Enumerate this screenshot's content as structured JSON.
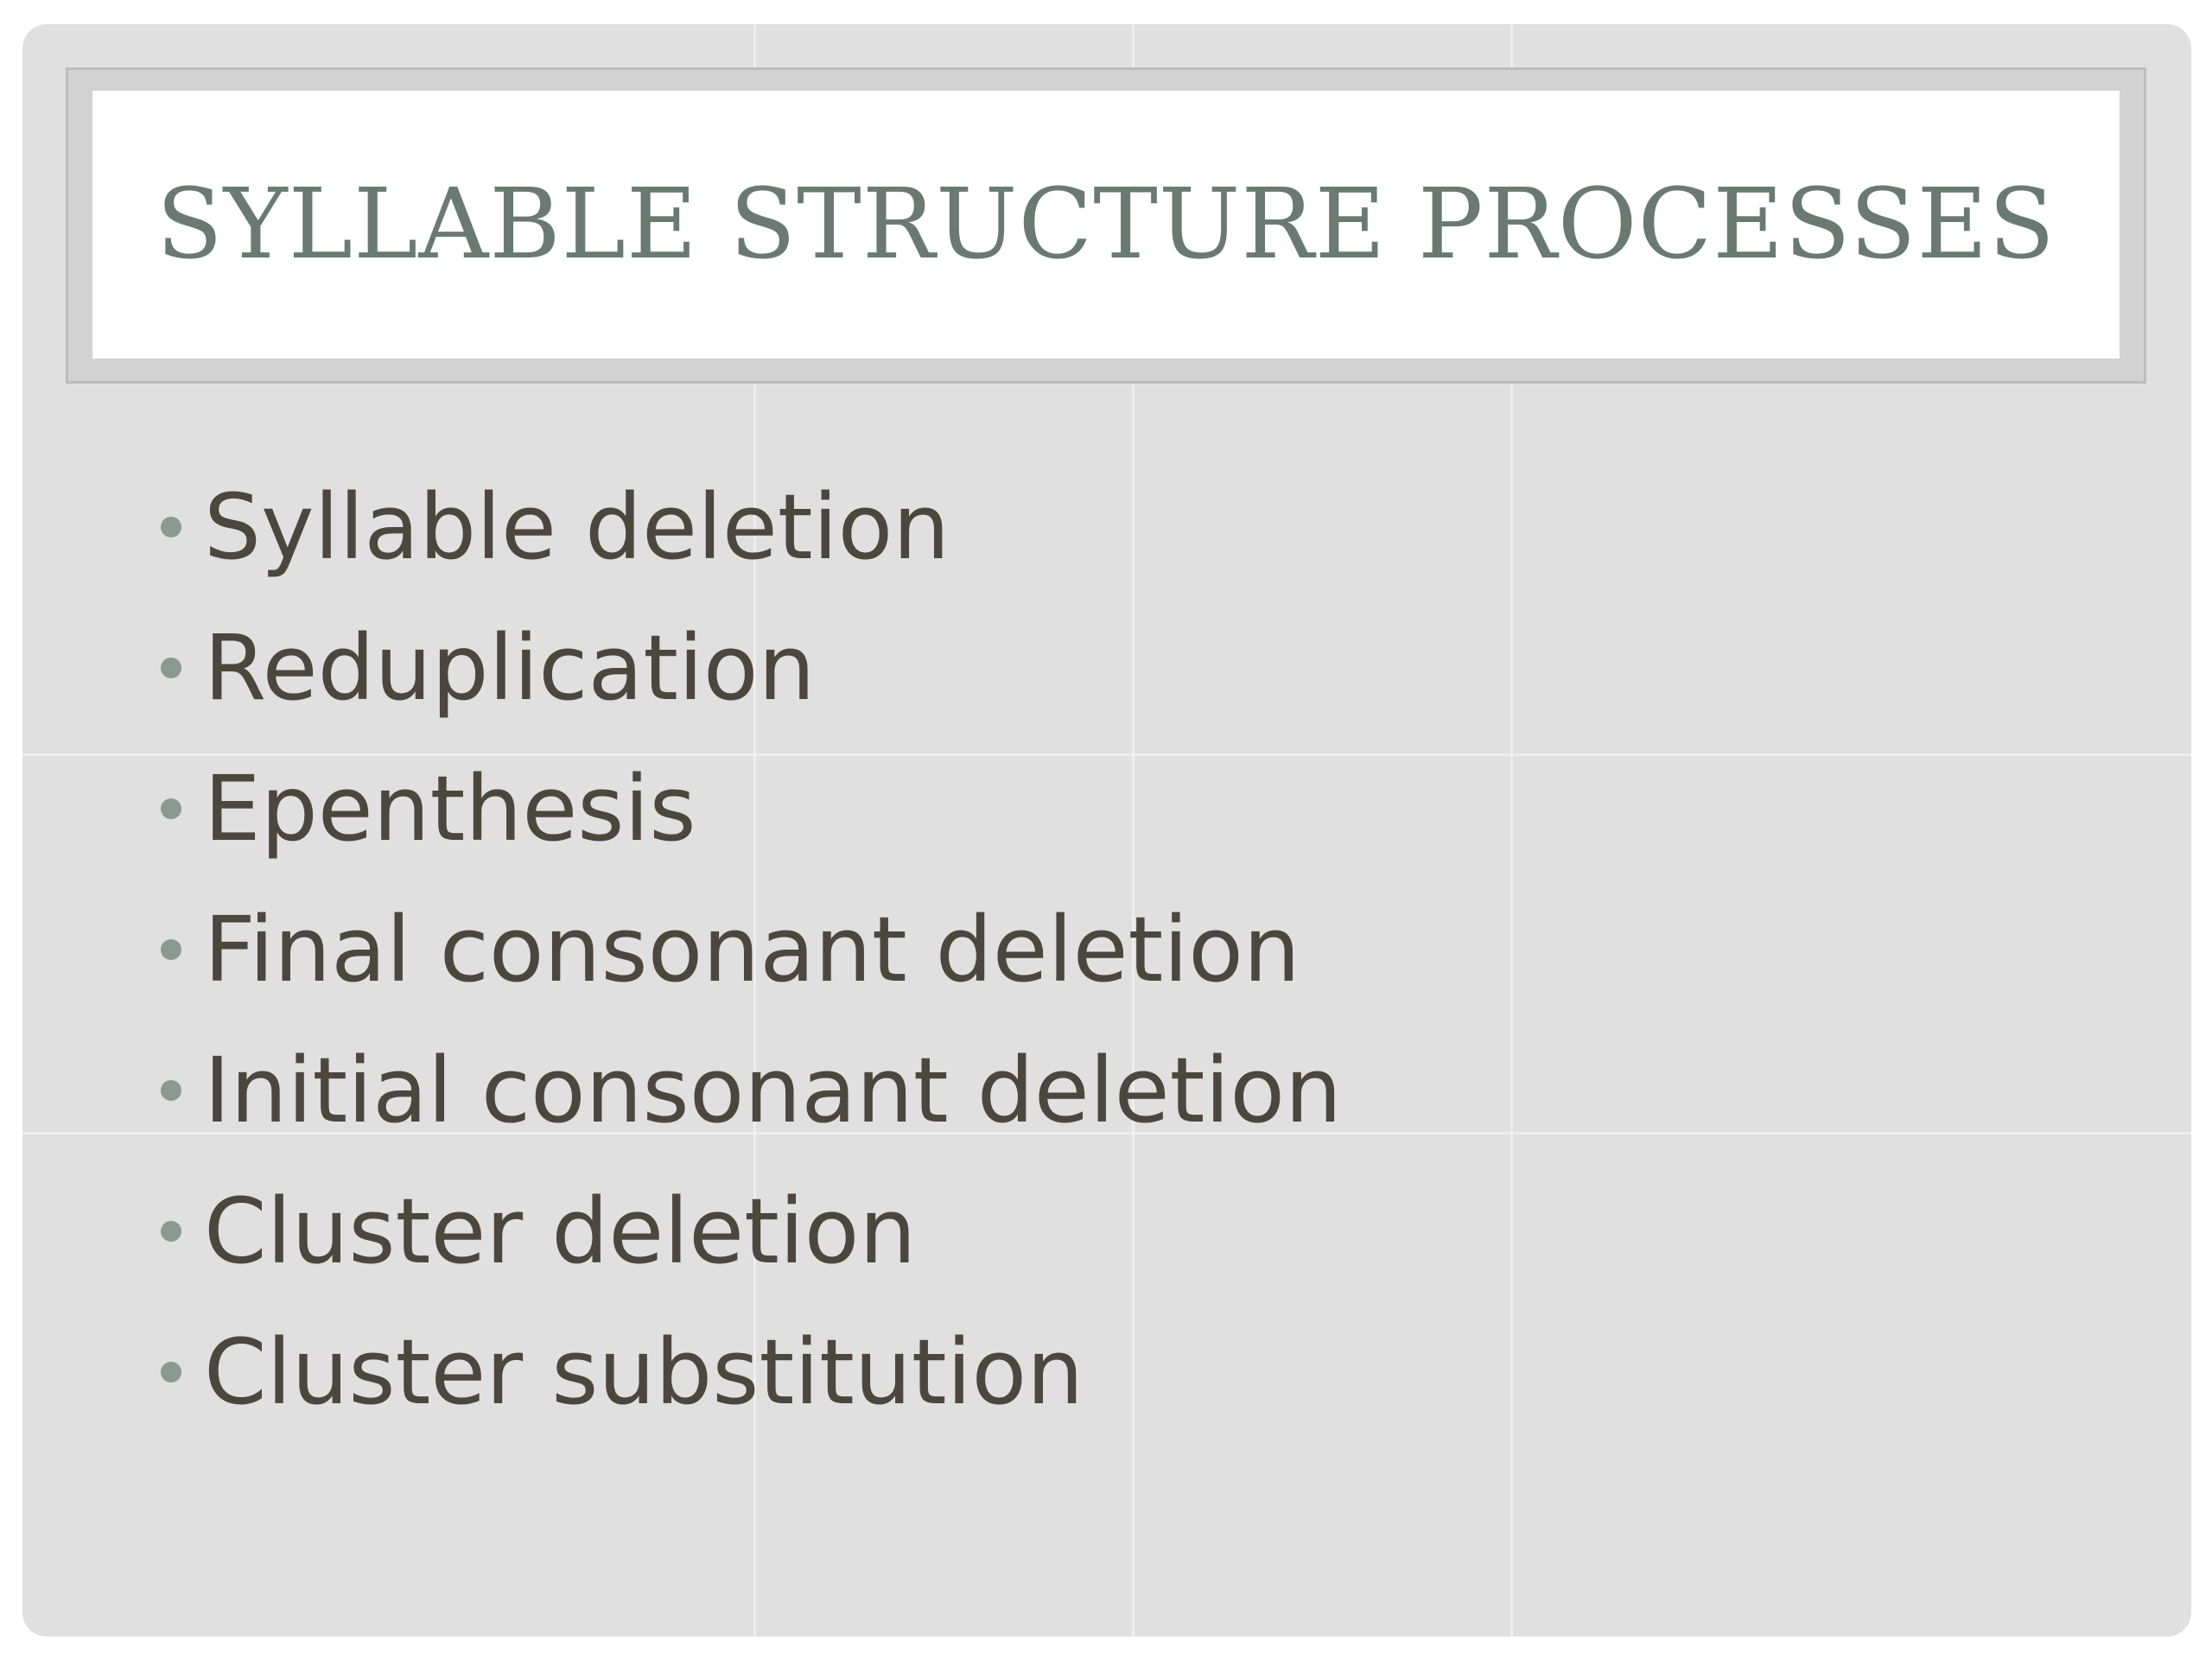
{
  "slide": {
    "title": "Syllable Structure Processes",
    "bullets": [
      "Syllable deletion",
      "Reduplication",
      "Epenthesis",
      "Final consonant deletion",
      "Initial consonant deletion",
      "Cluster deletion",
      "Cluster substitution"
    ]
  },
  "colors": {
    "background": "#e0e0e0",
    "title_text": "#6a7a73",
    "body_text": "#4c473e",
    "bullet": "#8a9a92"
  }
}
